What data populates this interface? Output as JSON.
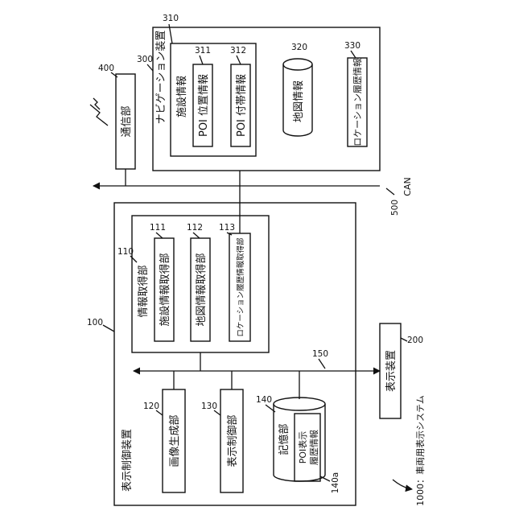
{
  "navigation": {
    "title": "ナビゲーション装置",
    "ref": "300",
    "facility_info": {
      "title": "施設情報",
      "ref": "310"
    },
    "poi_position": {
      "label": "POI 位置情報",
      "ref": "311"
    },
    "poi_incidental": {
      "label": "POI 付帯情報",
      "ref": "312"
    },
    "map_info": {
      "label": "地図情報",
      "ref": "320"
    },
    "location_history": {
      "label": "ロケーション履歴情報",
      "ref": "330"
    }
  },
  "communication": {
    "label": "通信部",
    "ref": "400"
  },
  "can_bus": {
    "label": "CAN",
    "ref": "500"
  },
  "display_control_device": {
    "title": "表示制御装置",
    "ref": "100",
    "info_acquisition": {
      "title": "情報取得部",
      "ref": "110"
    },
    "facility_acquisition": {
      "label": "施設情報取得部",
      "ref": "111"
    },
    "map_acquisition": {
      "label": "地図情報取得部",
      "ref": "112"
    },
    "location_acquisition": {
      "label": "ロケーション履歴情報取得部",
      "ref": "113"
    },
    "image_generation": {
      "label": "画像生成部",
      "ref": "120"
    },
    "display_control": {
      "label": "表示制御部",
      "ref": "130"
    },
    "storage": {
      "label": "記憶部",
      "ref": "140"
    },
    "poi_history": {
      "line1": "POI表示",
      "line2": "履歴情報",
      "ref": "140a"
    }
  },
  "internal_bus": {
    "ref": "150"
  },
  "display_device": {
    "label": "表示装置",
    "ref": "200"
  },
  "system": {
    "label": "1000：車両用表示システム"
  }
}
